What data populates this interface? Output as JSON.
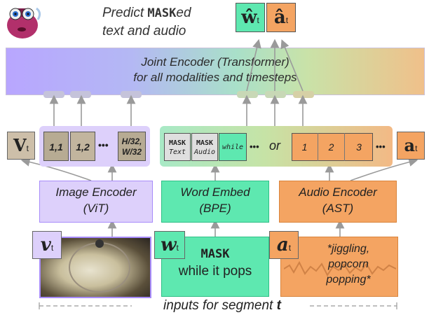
{
  "header": {
    "line1_pre": "Predict ",
    "line1_mask": "MASK",
    "line1_post": "ed",
    "line2": "text and audio"
  },
  "predicted": {
    "text_symbol": "ŵ",
    "audio_symbol": "â",
    "subscript": "t"
  },
  "joint_encoder": {
    "line1": "Joint Encoder (Transformer)",
    "line2": "for all modalities and timesteps"
  },
  "video_tokens": {
    "v_symbol": "V",
    "v_sub": "t",
    "patches": [
      "1,1",
      "1,2",
      "H/32,\nW/32"
    ],
    "ellipsis": "•••"
  },
  "text_tokens": [
    {
      "line1": "MASK",
      "line2": "Text"
    },
    {
      "line1": "MASK",
      "line2": "Audio"
    },
    {
      "line1": "while",
      "line2": ""
    }
  ],
  "text_ellipsis": "•••",
  "or_label": "or",
  "audio_tokens": {
    "items": [
      "1",
      "2",
      "3"
    ],
    "ellipsis": "•••",
    "a_symbol": "a",
    "a_sub": "t"
  },
  "encoders": {
    "image": {
      "line1": "Image Encoder",
      "line2": "(ViT)"
    },
    "word": {
      "line1": "Word Embed",
      "line2": "(BPE)"
    },
    "audio": {
      "line1": "Audio Encoder",
      "line2": "(AST)"
    }
  },
  "inputs": {
    "video_symbol": "v",
    "sub": "t",
    "text_symbol": "w",
    "text_line1": "MASK",
    "text_line2": "while it pops",
    "audio_symbol": "a",
    "audio_caption": "*jiggling,\npopcorn\npopping*"
  },
  "footer": {
    "text": "inputs for segment ",
    "bold": "t"
  },
  "colors": {
    "purple": "#a78bfa",
    "green": "#5ee8b0",
    "orange": "#f4a462"
  }
}
